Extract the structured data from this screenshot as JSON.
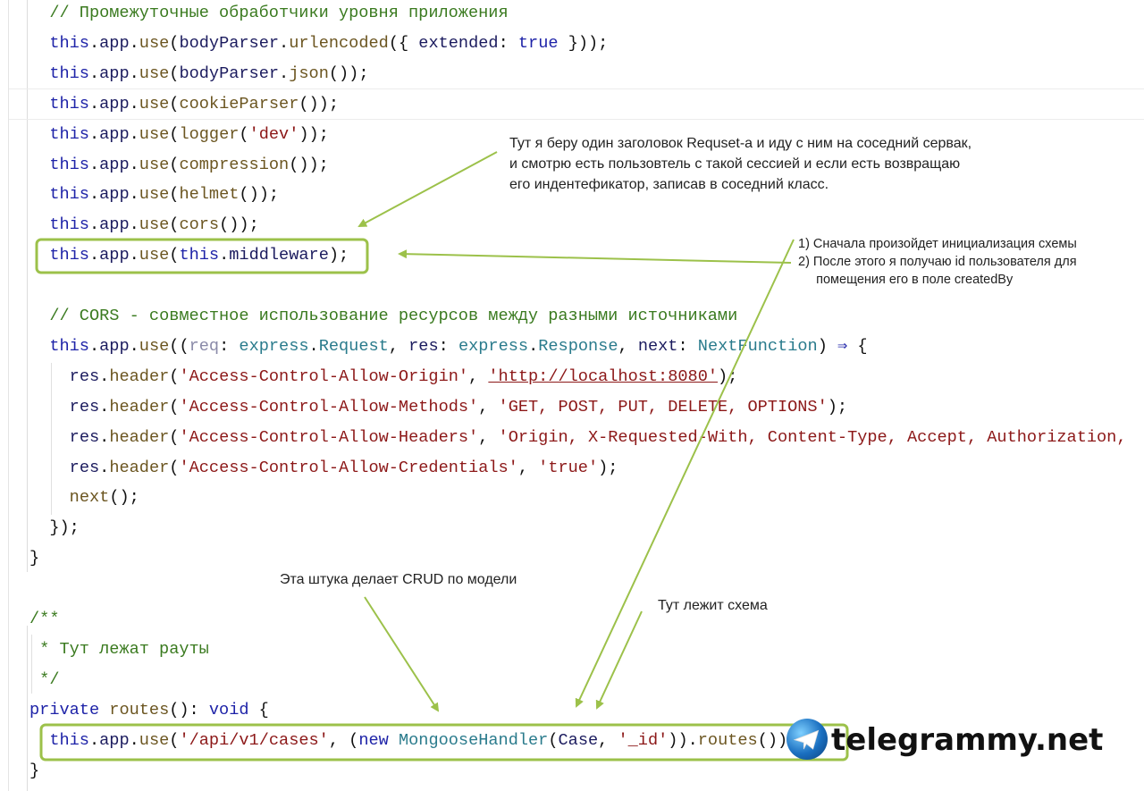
{
  "code_lines": [
    {
      "indent": 2,
      "tokens": [
        [
          "cm",
          "// Промежуточные обработчики уровня приложения"
        ]
      ]
    },
    {
      "indent": 2,
      "tokens": [
        [
          "kw",
          "this"
        ],
        [
          "pu",
          "."
        ],
        [
          "id",
          "app"
        ],
        [
          "pu",
          "."
        ],
        [
          "fn",
          "use"
        ],
        [
          "pu",
          "("
        ],
        [
          "id",
          "bodyParser"
        ],
        [
          "pu",
          "."
        ],
        [
          "fn",
          "urlencoded"
        ],
        [
          "pu",
          "({ "
        ],
        [
          "id",
          "extended"
        ],
        [
          "pu",
          ": "
        ],
        [
          "kw",
          "true"
        ],
        [
          "pu",
          " }));"
        ]
      ]
    },
    {
      "indent": 2,
      "tokens": [
        [
          "kw",
          "this"
        ],
        [
          "pu",
          "."
        ],
        [
          "id",
          "app"
        ],
        [
          "pu",
          "."
        ],
        [
          "fn",
          "use"
        ],
        [
          "pu",
          "("
        ],
        [
          "id",
          "bodyParser"
        ],
        [
          "pu",
          "."
        ],
        [
          "fn",
          "json"
        ],
        [
          "pu",
          "());"
        ]
      ]
    },
    {
      "indent": 2,
      "tokens": [
        [
          "kw",
          "this"
        ],
        [
          "pu",
          "."
        ],
        [
          "id",
          "app"
        ],
        [
          "pu",
          "."
        ],
        [
          "fn",
          "use"
        ],
        [
          "pu",
          "("
        ],
        [
          "fn",
          "cookieParser"
        ],
        [
          "pu",
          "());"
        ]
      ]
    },
    {
      "indent": 2,
      "tokens": [
        [
          "kw",
          "this"
        ],
        [
          "pu",
          "."
        ],
        [
          "id",
          "app"
        ],
        [
          "pu",
          "."
        ],
        [
          "fn",
          "use"
        ],
        [
          "pu",
          "("
        ],
        [
          "fn",
          "logger"
        ],
        [
          "pu",
          "("
        ],
        [
          "str",
          "'dev'"
        ],
        [
          "pu",
          "));"
        ]
      ]
    },
    {
      "indent": 2,
      "tokens": [
        [
          "kw",
          "this"
        ],
        [
          "pu",
          "."
        ],
        [
          "id",
          "app"
        ],
        [
          "pu",
          "."
        ],
        [
          "fn",
          "use"
        ],
        [
          "pu",
          "("
        ],
        [
          "fn",
          "compression"
        ],
        [
          "pu",
          "());"
        ]
      ]
    },
    {
      "indent": 2,
      "tokens": [
        [
          "kw",
          "this"
        ],
        [
          "pu",
          "."
        ],
        [
          "id",
          "app"
        ],
        [
          "pu",
          "."
        ],
        [
          "fn",
          "use"
        ],
        [
          "pu",
          "("
        ],
        [
          "fn",
          "helmet"
        ],
        [
          "pu",
          "());"
        ]
      ]
    },
    {
      "indent": 2,
      "tokens": [
        [
          "kw",
          "this"
        ],
        [
          "pu",
          "."
        ],
        [
          "id",
          "app"
        ],
        [
          "pu",
          "."
        ],
        [
          "fn",
          "use"
        ],
        [
          "pu",
          "("
        ],
        [
          "fn",
          "cors"
        ],
        [
          "pu",
          "());"
        ]
      ]
    },
    {
      "indent": 2,
      "tokens": [
        [
          "kw",
          "this"
        ],
        [
          "pu",
          "."
        ],
        [
          "id",
          "app"
        ],
        [
          "pu",
          "."
        ],
        [
          "fn",
          "use"
        ],
        [
          "pu",
          "("
        ],
        [
          "kw",
          "this"
        ],
        [
          "pu",
          "."
        ],
        [
          "id",
          "middleware"
        ],
        [
          "pu",
          ");"
        ]
      ]
    },
    {
      "indent": 2,
      "tokens": []
    },
    {
      "indent": 2,
      "tokens": [
        [
          "cm",
          "// CORS - совместное использование ресурсов между разными источниками"
        ]
      ]
    },
    {
      "indent": 2,
      "tokens": [
        [
          "kw",
          "this"
        ],
        [
          "pu",
          "."
        ],
        [
          "id",
          "app"
        ],
        [
          "pu",
          "."
        ],
        [
          "fn",
          "use"
        ],
        [
          "pu",
          "(("
        ],
        [
          "par",
          "req"
        ],
        [
          "pu",
          ": "
        ],
        [
          "ty",
          "express"
        ],
        [
          "pu",
          "."
        ],
        [
          "ty",
          "Request"
        ],
        [
          "pu",
          ", "
        ],
        [
          "id",
          "res"
        ],
        [
          "pu",
          ": "
        ],
        [
          "ty",
          "express"
        ],
        [
          "pu",
          "."
        ],
        [
          "ty",
          "Response"
        ],
        [
          "pu",
          ", "
        ],
        [
          "id",
          "next"
        ],
        [
          "pu",
          ": "
        ],
        [
          "ty",
          "NextFunction"
        ],
        [
          "pu",
          ") "
        ],
        [
          "kw",
          "⇒"
        ],
        [
          "pu",
          " {"
        ]
      ]
    },
    {
      "indent": 4,
      "tokens": [
        [
          "id",
          "res"
        ],
        [
          "pu",
          "."
        ],
        [
          "fn",
          "header"
        ],
        [
          "pu",
          "("
        ],
        [
          "str",
          "'Access-Control-Allow-Origin'"
        ],
        [
          "pu",
          ", "
        ],
        [
          "url",
          "'http://localhost:8080'"
        ],
        [
          "pu",
          ");"
        ]
      ]
    },
    {
      "indent": 4,
      "tokens": [
        [
          "id",
          "res"
        ],
        [
          "pu",
          "."
        ],
        [
          "fn",
          "header"
        ],
        [
          "pu",
          "("
        ],
        [
          "str",
          "'Access-Control-Allow-Methods'"
        ],
        [
          "pu",
          ", "
        ],
        [
          "str",
          "'GET, POST, PUT, DELETE, OPTIONS'"
        ],
        [
          "pu",
          ");"
        ]
      ]
    },
    {
      "indent": 4,
      "tokens": [
        [
          "id",
          "res"
        ],
        [
          "pu",
          "."
        ],
        [
          "fn",
          "header"
        ],
        [
          "pu",
          "("
        ],
        [
          "str",
          "'Access-Control-Allow-Headers'"
        ],
        [
          "pu",
          ", "
        ],
        [
          "str",
          "'Origin, X-Requested-With, Content-Type, Accept, Authorization,"
        ]
      ]
    },
    {
      "indent": 4,
      "tokens": [
        [
          "id",
          "res"
        ],
        [
          "pu",
          "."
        ],
        [
          "fn",
          "header"
        ],
        [
          "pu",
          "("
        ],
        [
          "str",
          "'Access-Control-Allow-Credentials'"
        ],
        [
          "pu",
          ", "
        ],
        [
          "str",
          "'true'"
        ],
        [
          "pu",
          ");"
        ]
      ]
    },
    {
      "indent": 4,
      "tokens": [
        [
          "fn",
          "next"
        ],
        [
          "pu",
          "();"
        ]
      ]
    },
    {
      "indent": 2,
      "tokens": [
        [
          "pu",
          "});"
        ]
      ]
    },
    {
      "indent": 0,
      "tokens": [
        [
          "pu",
          "}"
        ]
      ]
    },
    {
      "indent": 0,
      "tokens": []
    },
    {
      "indent": 0,
      "tokens": [
        [
          "cm",
          "/**"
        ]
      ]
    },
    {
      "indent": 0,
      "tokens": [
        [
          "cm",
          " * Тут лежат рауты"
        ]
      ]
    },
    {
      "indent": 0,
      "tokens": [
        [
          "cm",
          " */"
        ]
      ]
    },
    {
      "indent": 0,
      "tokens": [
        [
          "kw",
          "private"
        ],
        [
          "pu",
          " "
        ],
        [
          "fn",
          "routes"
        ],
        [
          "pu",
          "(): "
        ],
        [
          "kw",
          "void"
        ],
        [
          "pu",
          " {"
        ]
      ]
    },
    {
      "indent": 2,
      "tokens": [
        [
          "kw",
          "this"
        ],
        [
          "pu",
          "."
        ],
        [
          "id",
          "app"
        ],
        [
          "pu",
          "."
        ],
        [
          "fn",
          "use"
        ],
        [
          "pu",
          "("
        ],
        [
          "str",
          "'/api/v1/cases'"
        ],
        [
          "pu",
          ", ("
        ],
        [
          "kw",
          "new"
        ],
        [
          "pu",
          " "
        ],
        [
          "ty",
          "MongooseHandler"
        ],
        [
          "pu",
          "("
        ],
        [
          "id",
          "Case"
        ],
        [
          "pu",
          ", "
        ],
        [
          "str",
          "'_id'"
        ],
        [
          "pu",
          "))."
        ],
        [
          "fn",
          "routes"
        ],
        [
          "pu",
          "());"
        ]
      ]
    },
    {
      "indent": 0,
      "tokens": [
        [
          "pu",
          "}"
        ]
      ]
    }
  ],
  "annotations": {
    "middleware_note": "Тут я беру один заголовок Requset-a и иду с ним на соседний сервак,\nи смотрю есть пользовтель с такой сессией и если есть возвращаю\nего индентефикатор, записав в соседний класс.",
    "steps_note": "1) Сначала произойдет инициализация схемы\n2) После этого я получаю id пользователя для\n     помещения его в поле createdBy",
    "crud_note": "Эта штука делает CRUD по модели",
    "schema_note": "Тут лежит схема"
  },
  "watermark": "telegrammy.net",
  "colors": {
    "arrow": "#9cc14a",
    "comment": "#3a7a1f",
    "string": "#8c1818",
    "keyword": "#1e23a8"
  }
}
